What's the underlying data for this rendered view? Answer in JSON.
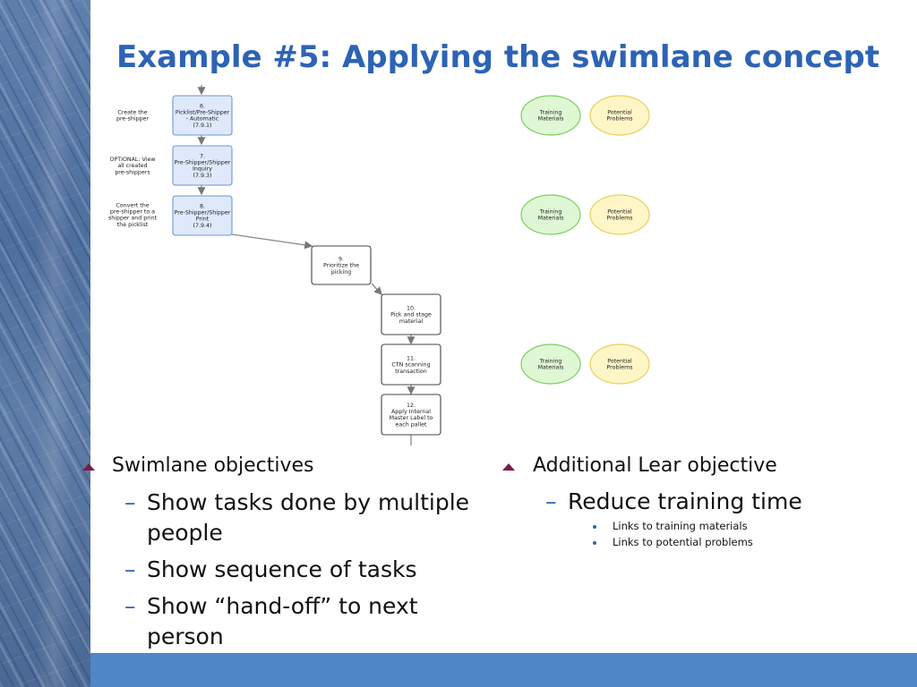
{
  "slide": {
    "title": "Example #5:  Applying the swimlane concept"
  },
  "diagram": {
    "lane_labels": [
      [
        "Create the",
        "pre-shipper"
      ],
      [
        "OPTIONAL: View",
        "all created",
        "pre-shippers"
      ],
      [
        "Convert the",
        "pre-shipper to a",
        "shipper and print",
        "the picklist"
      ]
    ],
    "steps": [
      [
        "6.",
        "Picklist/Pre-Shipper",
        "- Automatic",
        "(7.9.1)"
      ],
      [
        "7.",
        "Pre-Shipper/Shipper",
        "Inquiry",
        "(7.9.3)"
      ],
      [
        "8.",
        "Pre-Shipper/Shipper",
        "Print",
        "(7.9.4)"
      ],
      [
        "9.",
        "Prioritize the",
        "picking"
      ],
      [
        "10.",
        "Pick and stage",
        "material"
      ],
      [
        "11.",
        "CTN scanning",
        "transaction"
      ],
      [
        "12.",
        "Apply Internal",
        "Master Label to",
        "each pallet"
      ]
    ],
    "training_label": [
      "Training",
      "Materials"
    ],
    "problems_label": [
      "Potential",
      "Problems"
    ],
    "colors": {
      "step_fill_blue": "#dfe9fb",
      "step_border_blue": "#6f95d4",
      "training_fill": "#dff7d4",
      "training_border": "#7ccf63",
      "problems_fill": "#fff6c8",
      "problems_border": "#e8cf5e"
    }
  },
  "left_bullets": {
    "heading": "Swimlane objectives",
    "items": [
      {
        "dash": "–",
        "lines": [
          "Show tasks done by multiple",
          "people"
        ]
      },
      {
        "dash": "–",
        "lines": [
          "Show sequence of tasks"
        ]
      },
      {
        "dash": "–",
        "lines": [
          "Show “hand-off” to next",
          "person"
        ]
      }
    ]
  },
  "right_bullets": {
    "heading": "Additional Lear objective",
    "item": {
      "dash": "–",
      "text": "Reduce training time"
    },
    "sub_items": [
      "Links to training materials",
      "Links to potential problems"
    ]
  },
  "theme": {
    "title_color": "#2d63b5",
    "bullet_color": "#7a1c4b",
    "bottom_bar": "#4f86c8"
  }
}
